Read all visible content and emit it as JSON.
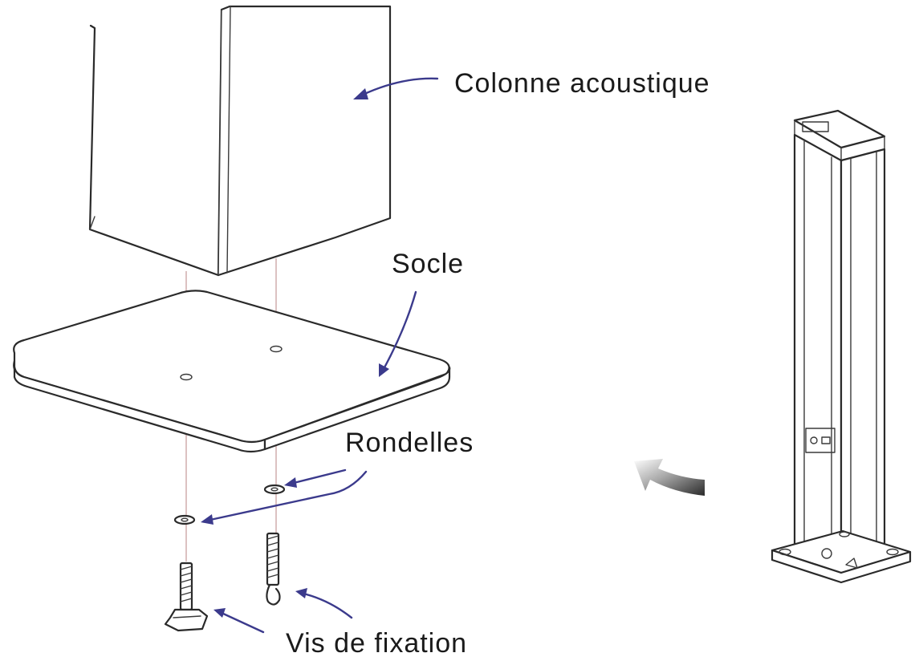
{
  "labels": {
    "column": "Colonne acoustique",
    "base": "Socle",
    "washers": "Rondelles",
    "screws": "Vis de fixation"
  },
  "colors": {
    "pointer": "#3b3a8c",
    "ink": "#2a2a2a",
    "guide_lines": "#c9a0a0",
    "direction_arrow": "#7a7a7a"
  }
}
